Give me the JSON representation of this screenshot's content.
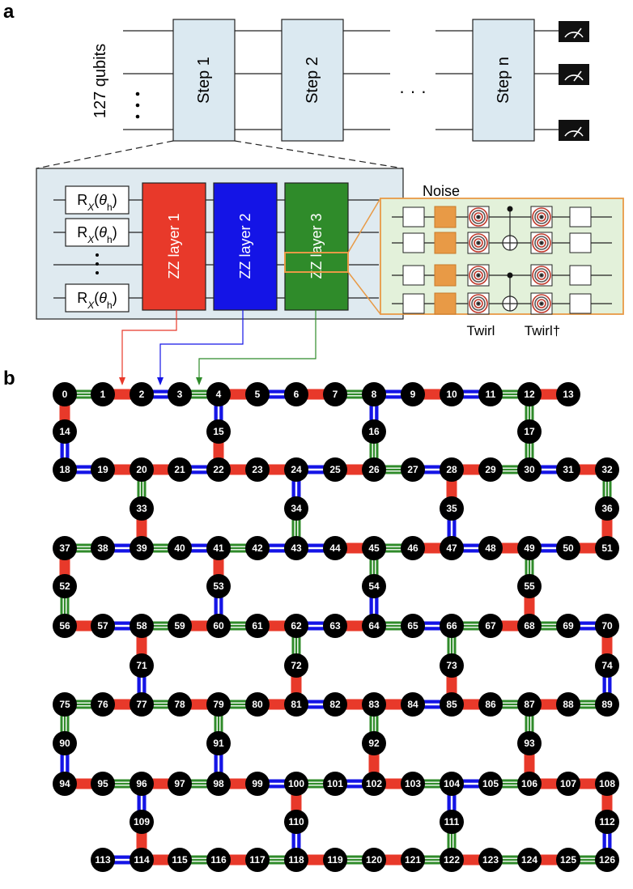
{
  "panel_a": {
    "letter": "a",
    "qubits_label": "127 qubits",
    "steps": [
      "Step 1",
      "Step 2",
      "Step n"
    ],
    "ellipsis": "· · ·",
    "rotation_gate": "R",
    "rotation_sub": "X",
    "rotation_arg_open": "(",
    "rotation_theta": "θ",
    "rotation_theta_sub": "h",
    "rotation_arg_close": ")",
    "zz_layers": [
      {
        "label": "ZZ layer 1",
        "color": "#e8392a"
      },
      {
        "label": "ZZ layer 2",
        "color": "#1414e6"
      },
      {
        "label": "ZZ layer 3",
        "color": "#2f8b2a"
      }
    ],
    "noise_label": "Noise",
    "twirl_label": "Twirl",
    "twirl_dagger_label": "Twirl†",
    "colors": {
      "step_fill": "#dbe9f1",
      "zoom_fill": "#dfeaf0",
      "twirl_fill": "#e3f1da",
      "twirl_border": "#e89a46",
      "noise_fill": "#e89a46"
    }
  },
  "panel_b": {
    "letter": "b",
    "colors": {
      "layer1": "#e8392a",
      "layer2": "#1414e6",
      "layer3": "#2f8b2a",
      "node": "#000000"
    }
  }
}
